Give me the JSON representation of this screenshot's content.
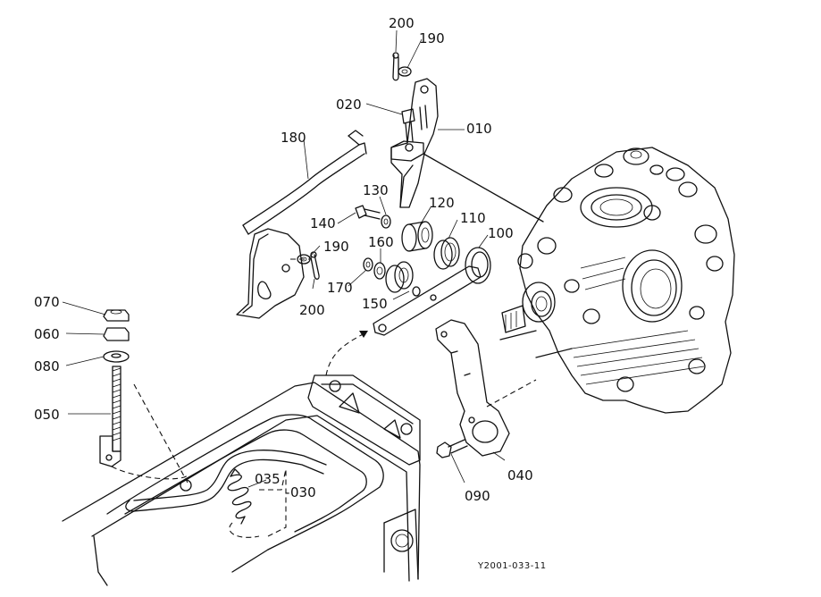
{
  "part_labels": {
    "p010": "010",
    "p020": "020",
    "p030": "030",
    "p035": "035",
    "p040": "040",
    "p050": "050",
    "p060": "060",
    "p070": "070",
    "p080": "080",
    "p090": "090",
    "p100": "100",
    "p110": "110",
    "p120": "120",
    "p130": "130",
    "p140": "140",
    "p150": "150",
    "p160": "160",
    "p170": "170",
    "p180": "180",
    "p190_top": "190",
    "p190_mid": "190",
    "p200_top": "200",
    "p200_bottom": "200"
  },
  "drawing_code": "Y2001-033-11"
}
